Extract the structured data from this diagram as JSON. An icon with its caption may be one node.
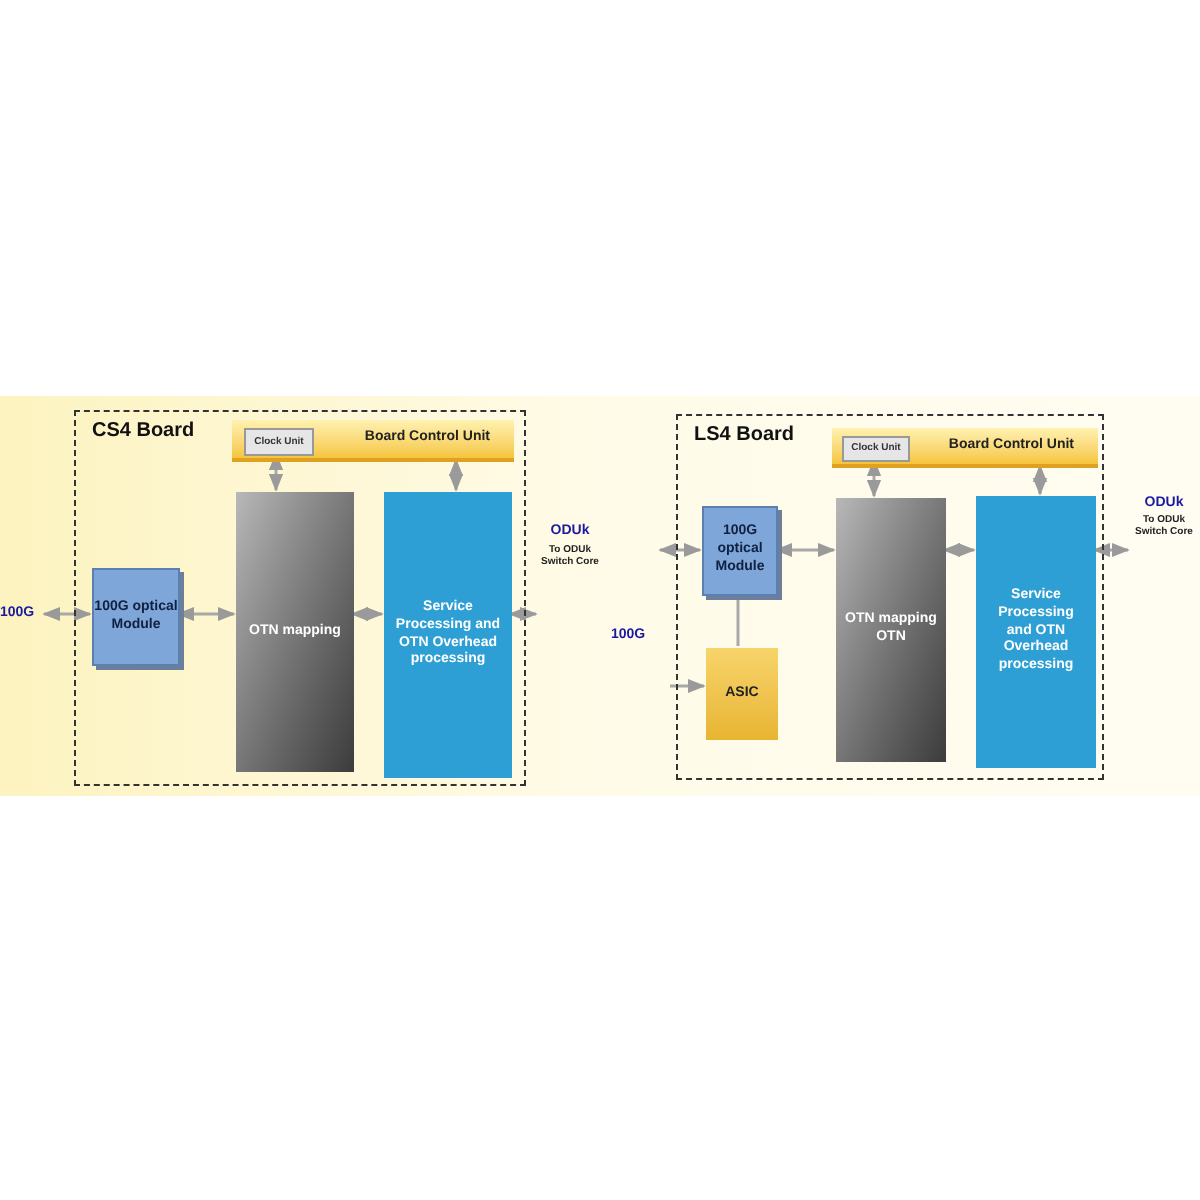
{
  "diagram": {
    "nodes": [
      {
        "text": [
          "CS4 Board"
        ]
      },
      {
        "text": [
          "Board Control Unit"
        ],
        "in": 0
      },
      {
        "text": [
          "Clock Unit"
        ],
        "in": 1
      },
      {
        "text": [
          "100G optical Module"
        ],
        "in": 0
      },
      {
        "text": [
          "OTN mapping"
        ],
        "in": 0
      },
      {
        "text": [
          "Service Processing and OTN Overhead processing"
        ],
        "in": 0
      },
      {
        "text": [
          "100G"
        ]
      },
      {
        "text": [
          "LS4 Board"
        ]
      },
      {
        "text": [
          "Board Control Unit"
        ],
        "in": 7
      },
      {
        "text": [
          "Clock Unit"
        ],
        "in": 8
      },
      {
        "text": [
          "100G optical Module"
        ],
        "in": 7
      },
      {
        "text": [
          "ASIC"
        ],
        "in": 7
      },
      {
        "text": [
          "OTN mapping OTN"
        ],
        "in": 7
      },
      {
        "text": [
          "Service Processing and OTN Overhead processing"
        ],
        "in": 7
      },
      {
        "text": [
          "ODUk",
          "To ODUk Switch Core"
        ]
      }
    ],
    "edges": [
      {
        "from": 6,
        "to": 3,
        "arrow": "both"
      },
      {
        "from": 3,
        "to": 4,
        "arrow": "both"
      },
      {
        "from": 4,
        "to": 5,
        "arrow": "both"
      },
      {
        "from": 5,
        "to": null,
        "arrow": "both"
      },
      {
        "from": 2,
        "to": 4,
        "arrow": "both"
      },
      {
        "from": 1,
        "to": 5,
        "arrow": "both"
      },
      {
        "from": null,
        "to": 10,
        "arrow": "both"
      },
      {
        "from": 10,
        "to": 12,
        "arrow": "both"
      },
      {
        "from": 11,
        "to": 10,
        "arrow": "none"
      },
      {
        "from": null,
        "to": 11,
        "arrow": "to"
      },
      {
        "from": 12,
        "to": 13,
        "arrow": "both"
      },
      {
        "from": 9,
        "to": 12,
        "arrow": "both"
      },
      {
        "from": 8,
        "to": 13,
        "arrow": "both"
      },
      {
        "from": 13,
        "to": 14,
        "arrow": "both"
      }
    ],
    "labels": [
      "ODUk",
      "To ODUk Switch Core",
      "100G"
    ]
  }
}
